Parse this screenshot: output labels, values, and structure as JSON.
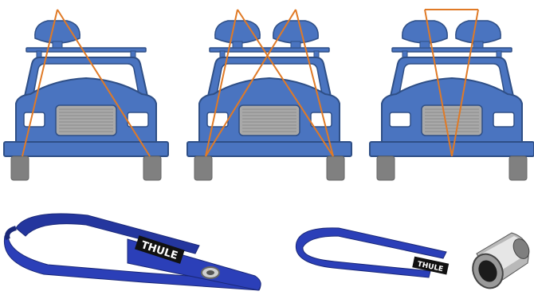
{
  "diagram": {
    "panels": [
      {
        "id": "single-box",
        "description_visible_text": ""
      },
      {
        "id": "two-box-crossed",
        "description_visible_text": ""
      },
      {
        "id": "two-box-bridged",
        "description_visible_text": ""
      }
    ],
    "strap_logo_text": "THULE",
    "strap_logo_text_small": "THULE",
    "colors": {
      "car_fill": "#4a74c0",
      "car_outline": "#2f4f86",
      "windshield": "#ffffff",
      "grille": "#a9a9a9",
      "tire": "#808080",
      "roof_box": "#4a74c0",
      "strap_line": "#e07a26",
      "strap_fabric": "#2b3fb8",
      "buckle_metal": "#c9c9c9"
    }
  }
}
